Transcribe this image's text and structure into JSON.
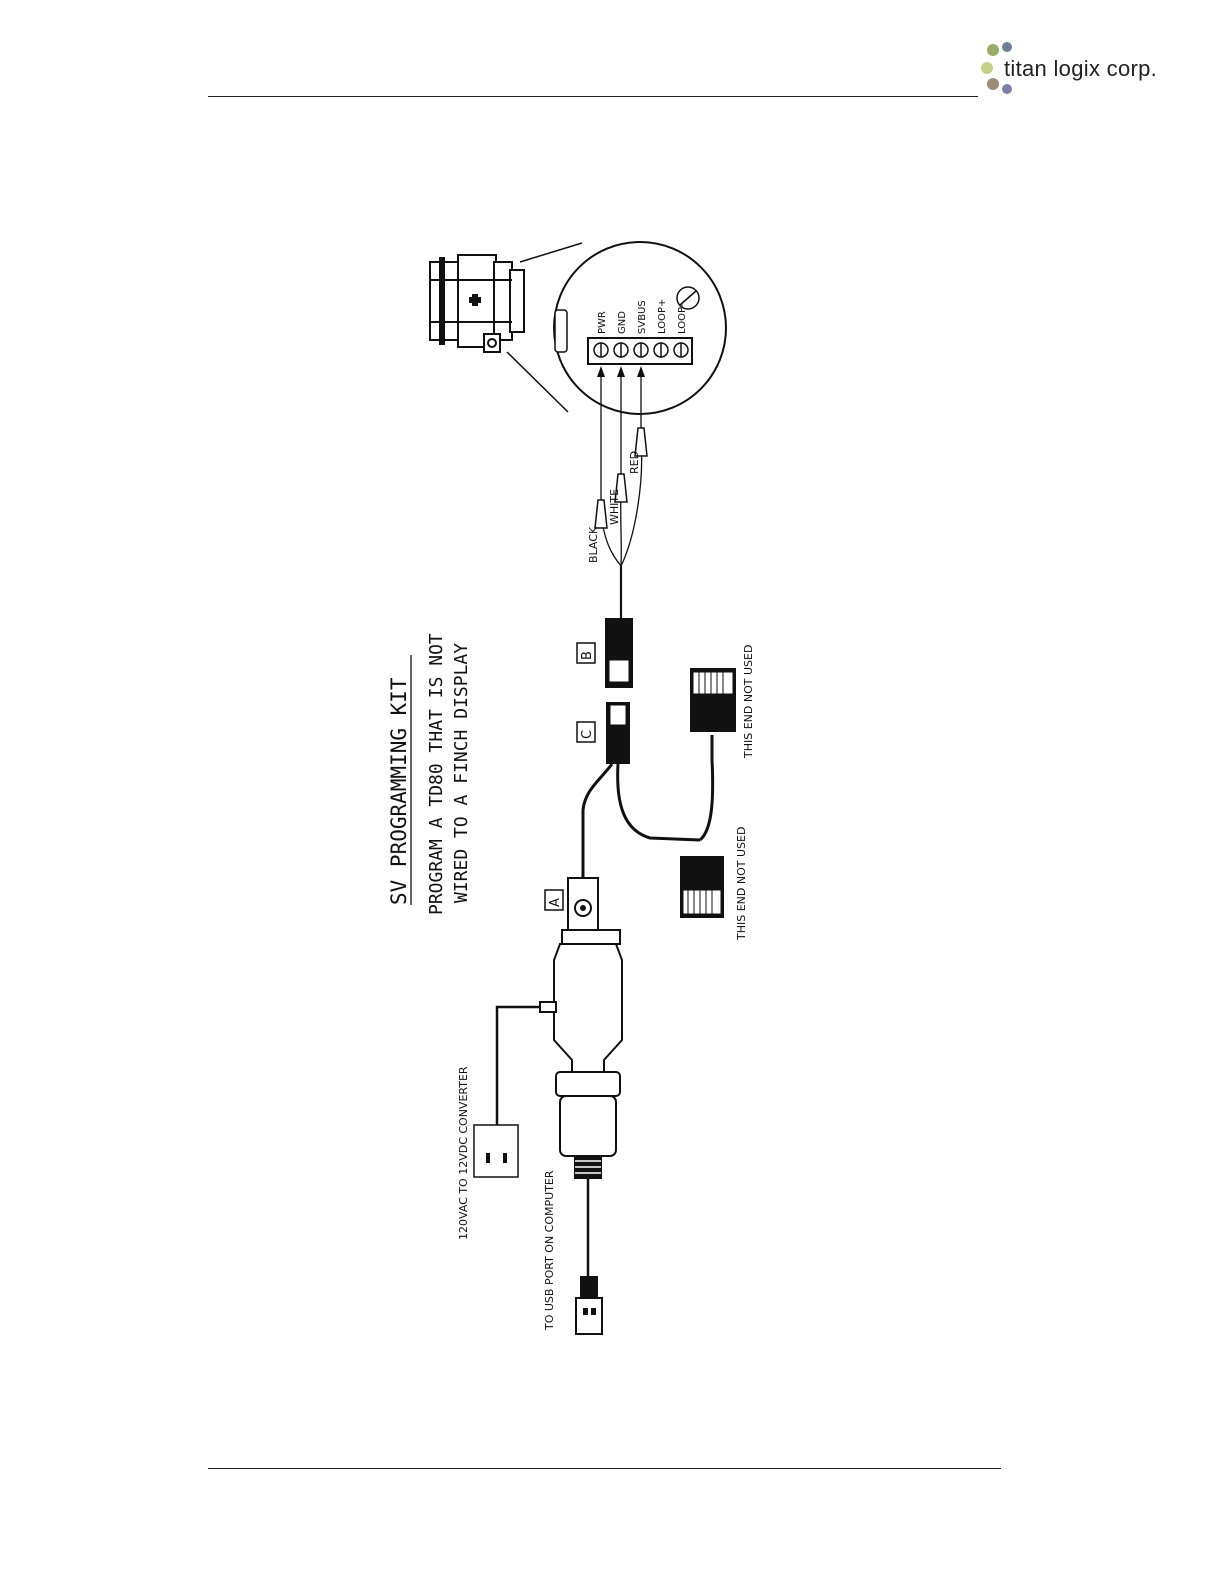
{
  "header": {
    "logo_text": "titan logix corp.",
    "logo_dot_colors": [
      "#9aac68",
      "#6e7f94",
      "#c6d08a",
      "#a08a78",
      "#7d7fa3"
    ]
  },
  "diagram": {
    "title": "SV PROGRAMMING KIT",
    "subtitle_line1": "PROGRAM A TD80 THAT IS NOT",
    "subtitle_line2": "WIRED TO A FINCH DISPLAY",
    "terminals": [
      "PWR",
      "GND",
      "SVBUS",
      "LOOP+",
      "LOOP-"
    ],
    "wire_colors": [
      "BLACK",
      "WHITE",
      "RED"
    ],
    "connector_labels": [
      "A",
      "B",
      "C"
    ],
    "not_used_label_1": "THIS END NOT USED",
    "not_used_label_2": "THIS END NOT USED",
    "converter_label": "120VAC TO 12VDC CONVERTER",
    "usb_label": "TO USB PORT ON COMPUTER"
  }
}
